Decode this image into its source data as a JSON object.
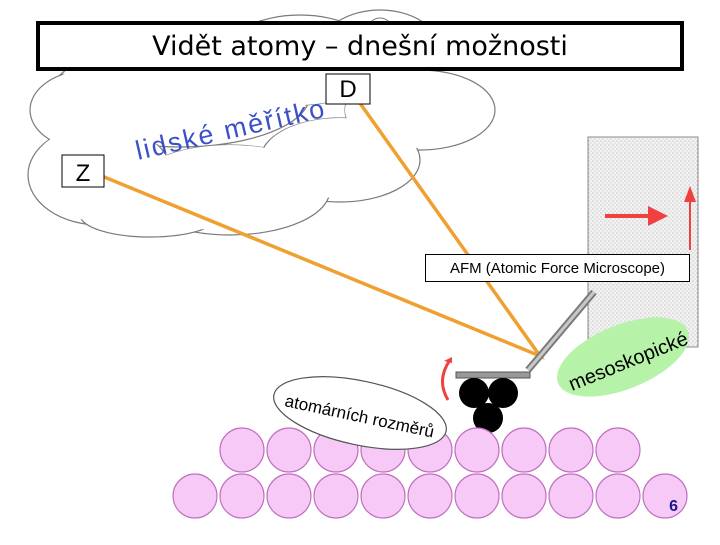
{
  "slide": {
    "title": "Vidět atomy – dnešní možnosti",
    "label_d": "D",
    "label_z": "Z",
    "label_human_scale": "lidské měřítko",
    "afm_label": "AFM (Atomic Force Microscope)",
    "label_mesoscopic": "mesoskopické",
    "label_atomic": "atomárních rozměrů",
    "page_number": "6"
  },
  "colors": {
    "laser": "#f0a030",
    "atom_fill": "#f7c9f7",
    "atom_stroke": "#c070c0",
    "ellipse_fill": "#b6f3a8",
    "arrow_red": "#f04040",
    "human_text": "#3c50c8",
    "cantilever": "#7a7a7a",
    "scanner_fill": "#f0f0f0"
  }
}
